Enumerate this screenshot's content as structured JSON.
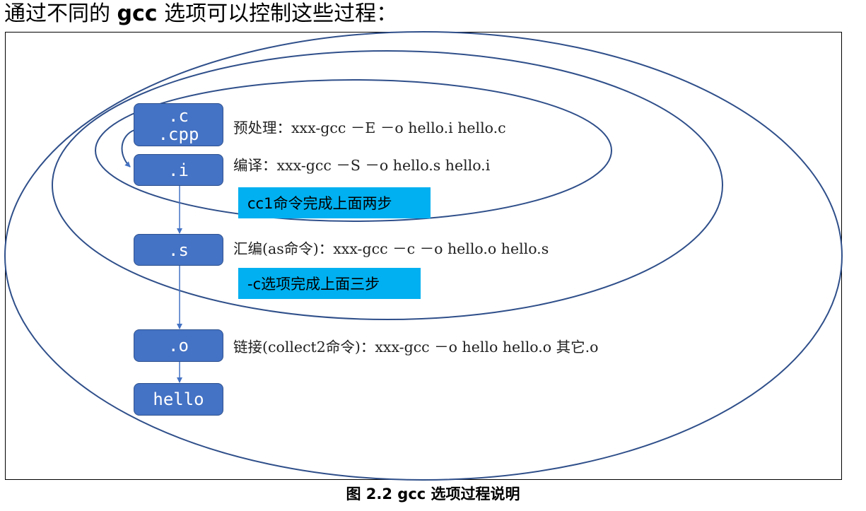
{
  "heading": {
    "prefix": "通过不同的",
    "code": "gcc",
    "suffix": "选项可以控制这些过程："
  },
  "boxes": {
    "source_line1": ".c",
    "source_line2": ".cpp",
    "preprocessed": ".i",
    "assembly": ".s",
    "object": ".o",
    "executable": "hello"
  },
  "commands": {
    "preprocess": "预处理：xxx-gcc －E －o hello.i hello.c",
    "compile": "编译：xxx-gcc －S －o hello.s hello.i",
    "assemble": "汇编(as命令)：xxx-gcc －c －o hello.o hello.s",
    "link": "链接(collect2命令)：xxx-gcc －o hello hello.o 其它.o"
  },
  "notes": {
    "cc1": "cc1命令完成上面两步",
    "c_option": "-c选项完成上面三步"
  },
  "caption": "图 2.2 gcc 选项过程说明",
  "colors": {
    "box_fill": "#4472c4",
    "box_border": "#2f528f",
    "note_fill": "#00b0f0",
    "ellipse_stroke": "#2f4f8a",
    "arrow": "#4472c4"
  }
}
